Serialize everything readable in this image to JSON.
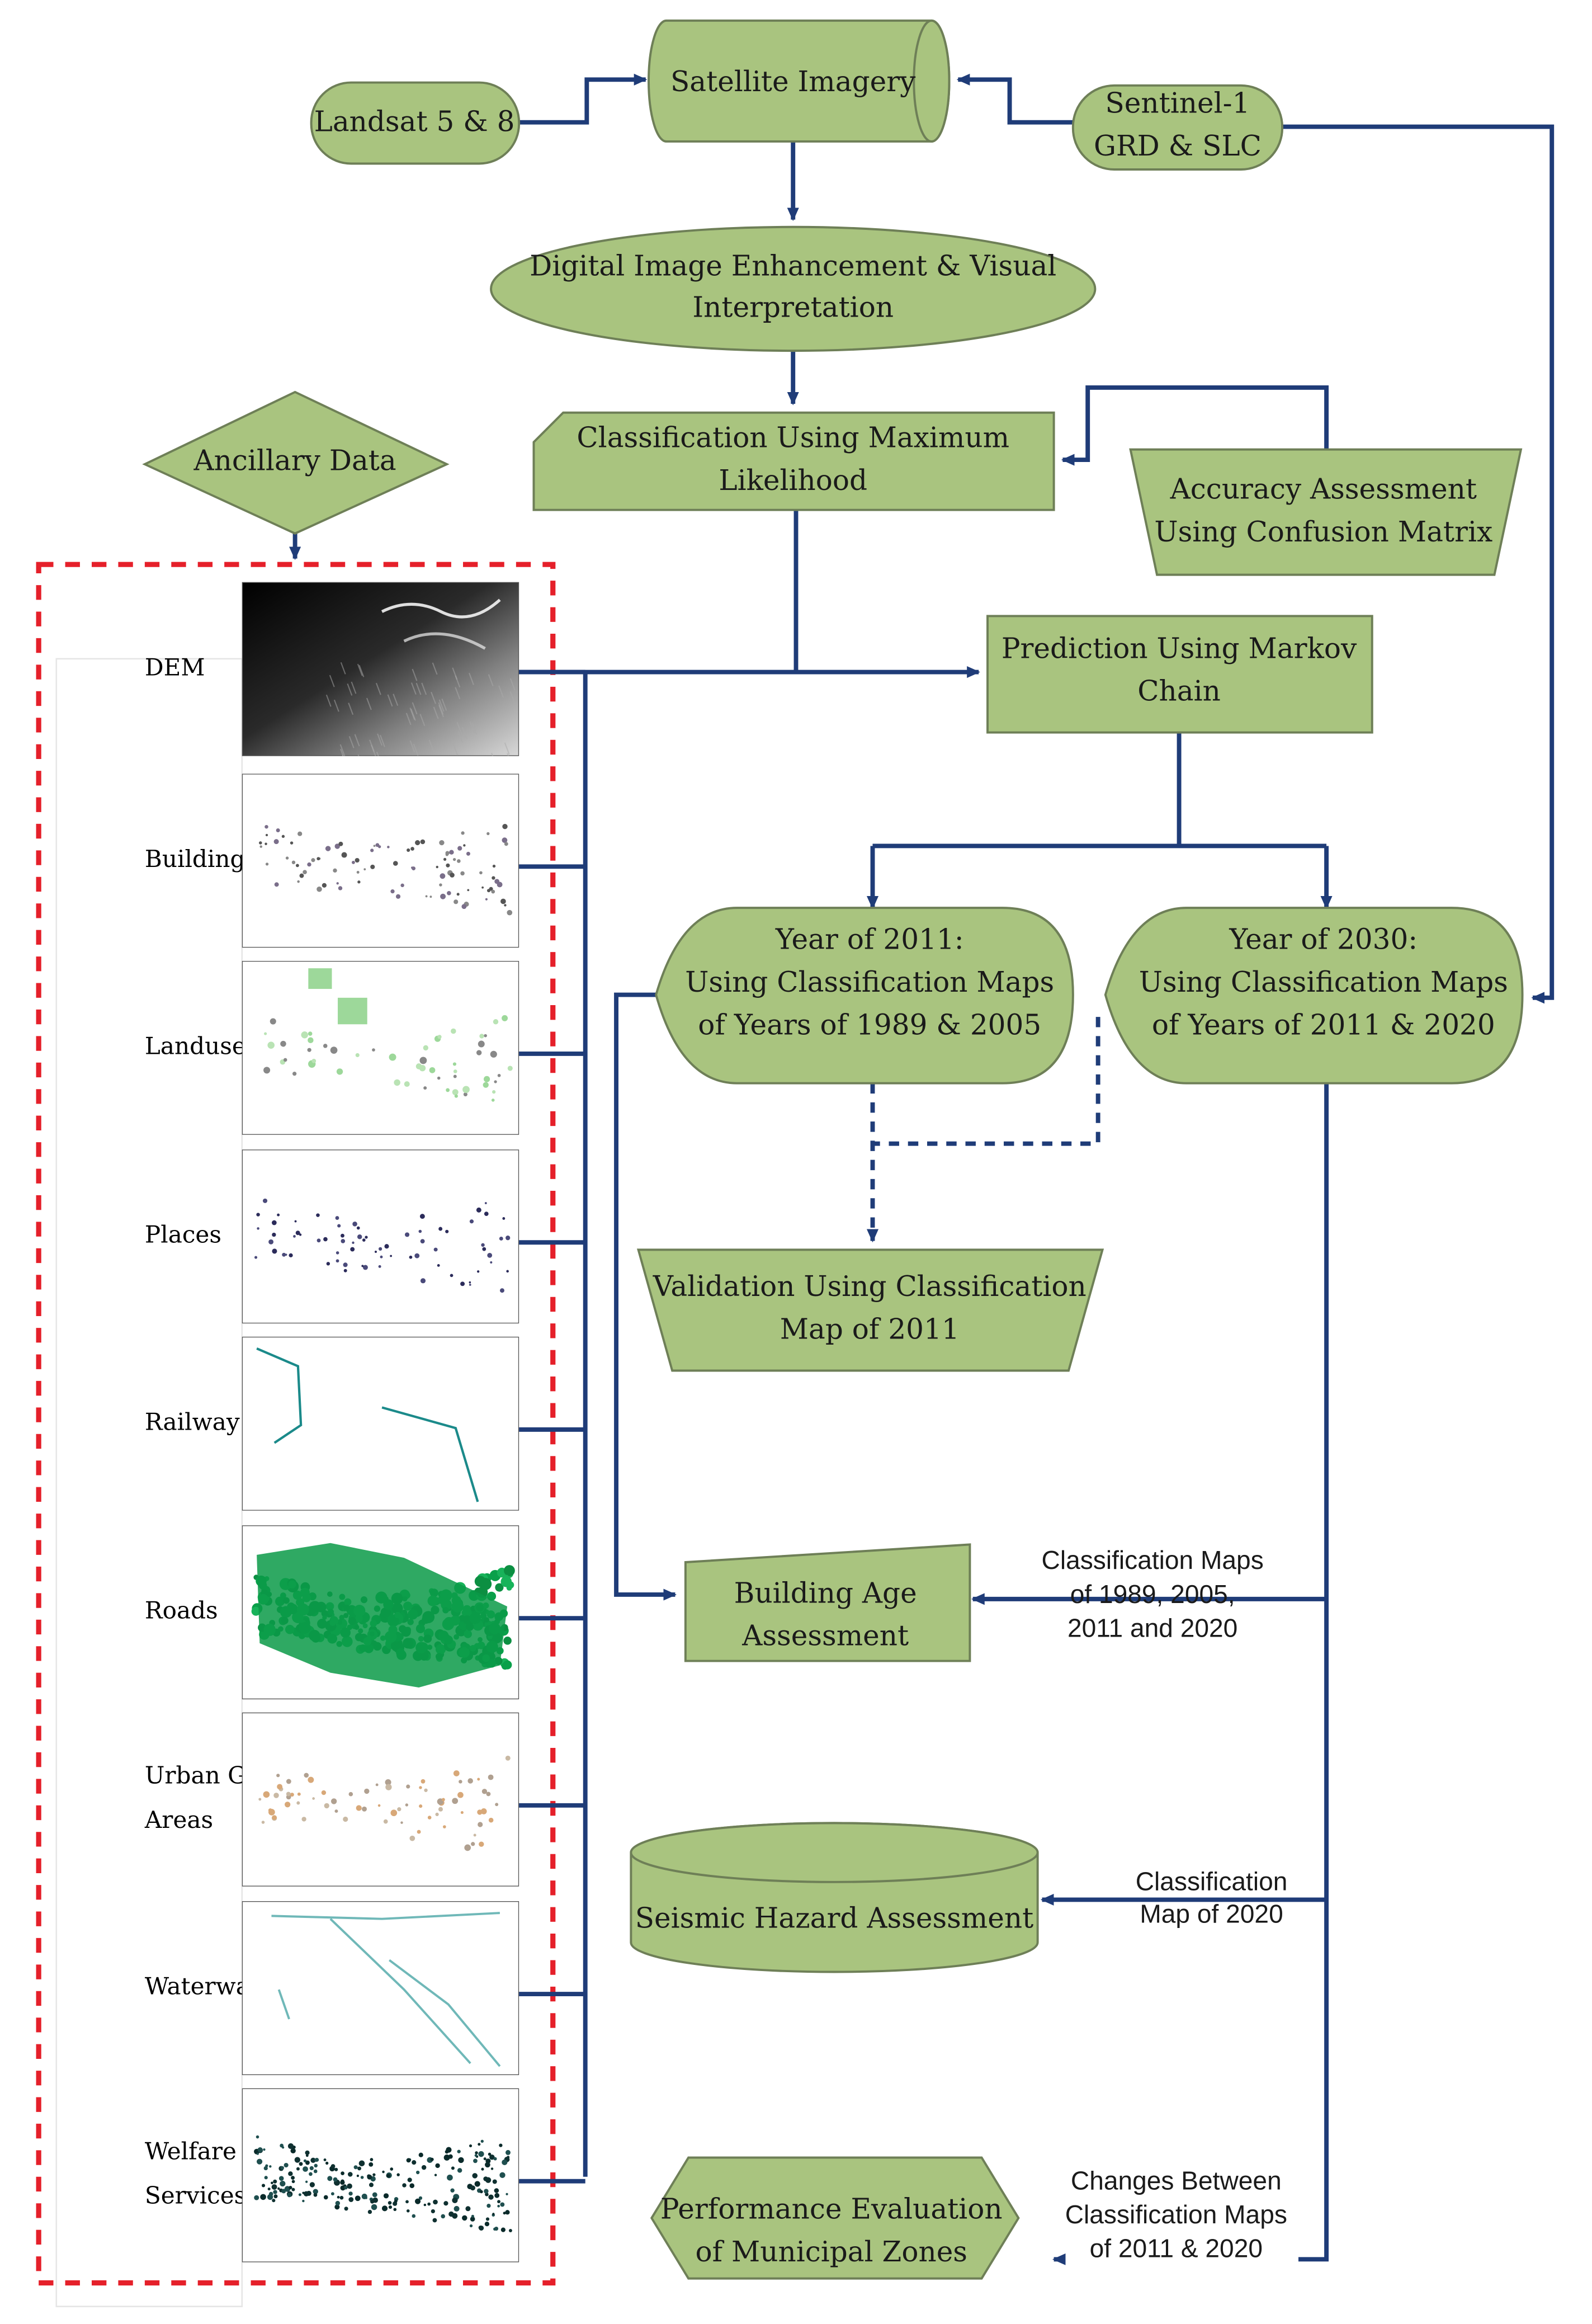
{
  "nodes": {
    "satellite": "Satellite Imagery",
    "landsat": "Landsat 5 & 8",
    "sentinel": [
      "Sentinel-1",
      "GRD & SLC"
    ],
    "enhancement": [
      "Digital Image Enhancement & Visual",
      "Interpretation"
    ],
    "ancillary": "Ancillary Data",
    "classification": [
      "Classification Using Maximum",
      "Likelihood"
    ],
    "accuracy": [
      "Accuracy Assessment",
      "Using Confusion Matrix"
    ],
    "markov": [
      "Prediction Using Markov",
      "Chain"
    ],
    "year2011": [
      "Year of 2011:",
      "Using Classification Maps",
      "of Years of 1989 & 2005"
    ],
    "year2030": [
      "Year of 2030:",
      "Using Classification Maps",
      "of Years of 2011 & 2020"
    ],
    "validation": [
      "Validation Using Classification",
      "Map of 2011"
    ],
    "building_age": [
      "Building Age",
      "Assessment"
    ],
    "seismic": "Seismic Hazard Assessment",
    "performance": [
      "Performance Evaluation",
      "of Municipal Zones"
    ]
  },
  "edge_labels": {
    "building_age": [
      "Classification Maps",
      "of 1989, 2005,",
      "2011 and 2020"
    ],
    "seismic": [
      "Classification",
      "Map of 2020"
    ],
    "performance": [
      "Changes Between",
      "Classification Maps",
      "of 2011 & 2020"
    ]
  },
  "layers": [
    {
      "label": [
        "DEM"
      ],
      "icon": "dem-thumbnail"
    },
    {
      "label": [
        "Buildings"
      ],
      "icon": "buildings-thumbnail"
    },
    {
      "label": [
        "Landuse"
      ],
      "icon": "landuse-thumbnail"
    },
    {
      "label": [
        "Places"
      ],
      "icon": "places-thumbnail"
    },
    {
      "label": [
        "Railway"
      ],
      "icon": "railway-thumbnail"
    },
    {
      "label": [
        "Roads"
      ],
      "icon": "roads-thumbnail"
    },
    {
      "label": [
        "Urban Green",
        "Areas"
      ],
      "icon": "urban-green-thumbnail"
    },
    {
      "label": [
        "Waterway"
      ],
      "icon": "waterway-thumbnail"
    },
    {
      "label": [
        "Welfare",
        "Services"
      ],
      "icon": "welfare-thumbnail"
    }
  ],
  "colors": {
    "shape_fill": "#a9c47f",
    "shape_stroke": "#6e7f57",
    "arrow": "#1f3c78",
    "dashed_box": "#e5202a",
    "text": "#1a1a1a"
  }
}
